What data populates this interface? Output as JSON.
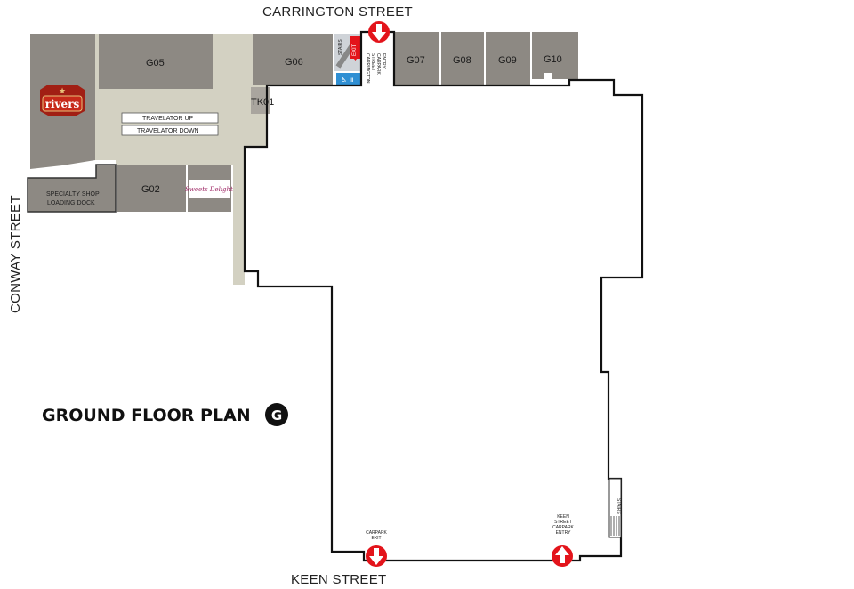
{
  "streets": {
    "north": "CARRINGTON STREET",
    "south": "KEEN STREET",
    "west": "CONWAY STREET"
  },
  "units": {
    "g05": "G05",
    "g06": "G06",
    "g07": "G07",
    "g08": "G08",
    "g09": "G09",
    "g10": "G10",
    "g02": "G02",
    "tk01": "TK01"
  },
  "brands": {
    "rivers": "rivers",
    "rivers_star": "★",
    "sweet_shop": "Sweets Delight"
  },
  "labels": {
    "travelator_up": "TRAVELATOR UP",
    "travelator_down": "TRAVELATOR DOWN",
    "loading_dock_line1": "SPECIALTY SHOP",
    "loading_dock_line2": "LOADING DOCK",
    "carrington_entry_1": "CARRINGTON",
    "carrington_entry_2": "STREET",
    "carrington_entry_3": "CARPARK",
    "carrington_entry_4": "ENTRY",
    "carpark_exit_1": "CARPARK",
    "carpark_exit_2": "EXIT",
    "keen_entry_1": "KEEN",
    "keen_entry_2": "STREET",
    "keen_entry_3": "CARPARK",
    "keen_entry_4": "ENTRY",
    "stairs": "STAIRS",
    "stairs_top": "STAIRS",
    "exit_tag": "EXIT",
    "toilets": "🚻"
  },
  "title": {
    "text": "GROUND FLOOR PLAN",
    "badge": "G"
  },
  "colors": {
    "shop_dark": "#8a867f",
    "shop_light": "#d9d6c8",
    "corridor": "#d2d0c0",
    "arrow_red": "#e3141b",
    "accessible_blue": "#2f8fd3"
  }
}
